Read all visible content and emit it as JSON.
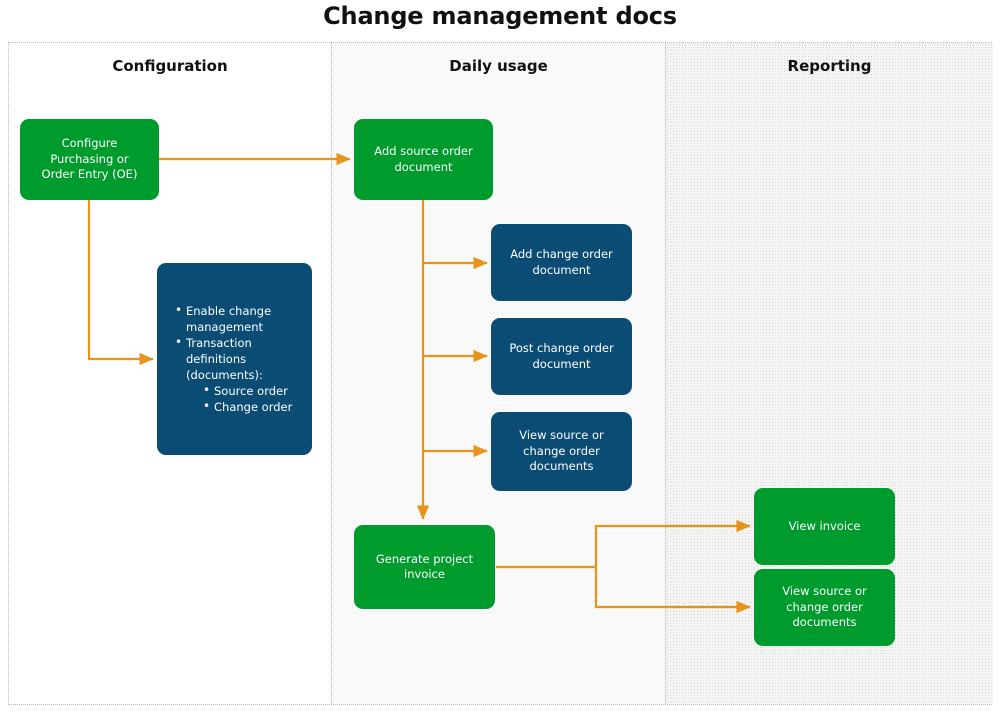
{
  "title": "Change management docs",
  "colors": {
    "green": "#009B2D",
    "blue": "#0A4C74",
    "arrow": "#E8941A",
    "text": "#111111",
    "lane_border": "#b0b0b0"
  },
  "lanes": [
    {
      "id": "configuration",
      "label": "Configuration"
    },
    {
      "id": "daily",
      "label": "Daily usage"
    },
    {
      "id": "reporting",
      "label": "Reporting"
    }
  ],
  "nodes": {
    "configure_purchasing": {
      "label": "Configure Purchasing or Order Entry (OE)",
      "line1": "Configure",
      "line2": "Purchasing or",
      "line3": "Order Entry (OE)",
      "color": "green"
    },
    "enable_change_management": {
      "color": "blue",
      "bullets": [
        {
          "text": "Enable change management",
          "children": []
        },
        {
          "text": "Transaction definitions (documents):",
          "children": [
            "Source order",
            "Change order"
          ]
        }
      ]
    },
    "add_source_order": {
      "label": "Add source order document",
      "color": "green"
    },
    "add_change_order": {
      "label": "Add change order document",
      "color": "blue"
    },
    "post_change_order": {
      "label": "Post change order document",
      "color": "blue"
    },
    "view_source_change_daily": {
      "label": "View source or change order documents",
      "color": "blue"
    },
    "generate_project_invoice": {
      "label": "Generate project invoice",
      "color": "green"
    },
    "view_invoice": {
      "label": "View invoice",
      "color": "green"
    },
    "view_source_change_reporting": {
      "label": "View source or change order documents",
      "color": "green"
    }
  },
  "chart_data": {
    "type": "diagram",
    "title": "Change management docs",
    "swimlanes": [
      "Configuration",
      "Daily usage",
      "Reporting"
    ],
    "nodes": [
      {
        "id": "configure_purchasing",
        "lane": "Configuration",
        "label": "Configure Purchasing or Order Entry (OE)",
        "color": "green"
      },
      {
        "id": "enable_change_management",
        "lane": "Configuration",
        "label": "Enable change management; Transaction definitions (documents): Source order, Change order",
        "color": "blue"
      },
      {
        "id": "add_source_order",
        "lane": "Daily usage",
        "label": "Add source order document",
        "color": "green"
      },
      {
        "id": "add_change_order",
        "lane": "Daily usage",
        "label": "Add change order document",
        "color": "blue"
      },
      {
        "id": "post_change_order",
        "lane": "Daily usage",
        "label": "Post change order document",
        "color": "blue"
      },
      {
        "id": "view_source_change_daily",
        "lane": "Daily usage",
        "label": "View source or change order documents",
        "color": "blue"
      },
      {
        "id": "generate_project_invoice",
        "lane": "Daily usage",
        "label": "Generate project invoice",
        "color": "green"
      },
      {
        "id": "view_invoice",
        "lane": "Reporting",
        "label": "View invoice",
        "color": "green"
      },
      {
        "id": "view_source_change_reporting",
        "lane": "Reporting",
        "label": "View source or change order documents",
        "color": "green"
      }
    ],
    "edges": [
      {
        "from": "configure_purchasing",
        "to": "add_source_order"
      },
      {
        "from": "configure_purchasing",
        "to": "enable_change_management"
      },
      {
        "from": "add_source_order",
        "to": "add_change_order"
      },
      {
        "from": "add_source_order",
        "to": "post_change_order"
      },
      {
        "from": "add_source_order",
        "to": "view_source_change_daily"
      },
      {
        "from": "add_source_order",
        "to": "generate_project_invoice"
      },
      {
        "from": "generate_project_invoice",
        "to": "view_invoice"
      },
      {
        "from": "generate_project_invoice",
        "to": "view_source_change_reporting"
      }
    ]
  }
}
